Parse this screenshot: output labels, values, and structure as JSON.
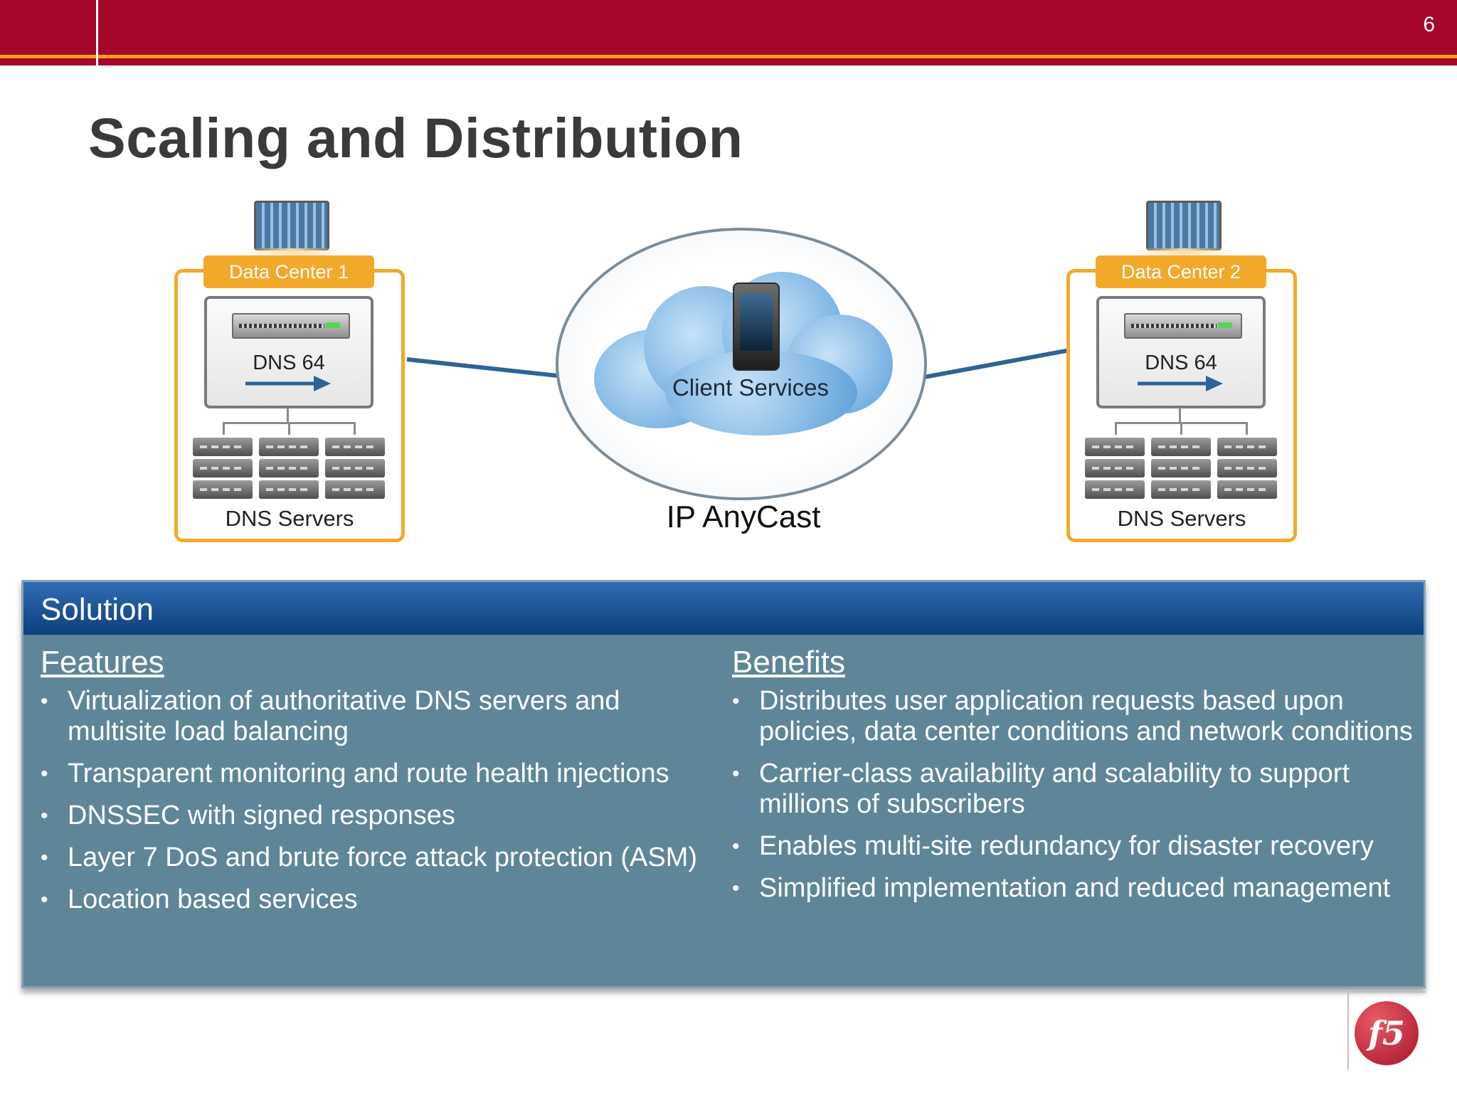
{
  "slide": {
    "number": "6",
    "title": "Scaling and Distribution"
  },
  "diagram": {
    "dc1": {
      "label": "Data Center 1",
      "appliance_label": "DNS 64",
      "servers_label": "DNS Servers"
    },
    "dc2": {
      "label": "Data Center 2",
      "appliance_label": "DNS 64",
      "servers_label": "DNS Servers"
    },
    "cloud_label": "Client Services",
    "anycast_label": "IP AnyCast"
  },
  "solution": {
    "title": "Solution",
    "features": {
      "heading": "Features",
      "items": [
        "Virtualization of authoritative DNS servers and multisite load balancing",
        "Transparent monitoring and route health injections",
        "DNSSEC with signed responses",
        "Layer 7 DoS and brute force attack protection (ASM)",
        "Location based services"
      ]
    },
    "benefits": {
      "heading": "Benefits",
      "items": [
        "Distributes user application requests based upon policies, data center conditions and network conditions",
        "Carrier-class availability and scalability to support millions of subscribers",
        "Enables multi-site redundancy for disaster recovery",
        "Simplified implementation and reduced management"
      ]
    }
  },
  "logo": {
    "text": "f5",
    "icon": "f5-logo-icon"
  },
  "colors": {
    "header": "#a5062a",
    "accent": "#f2a92a",
    "panel": "#5f8698",
    "panel_header": "#1a4f93"
  }
}
